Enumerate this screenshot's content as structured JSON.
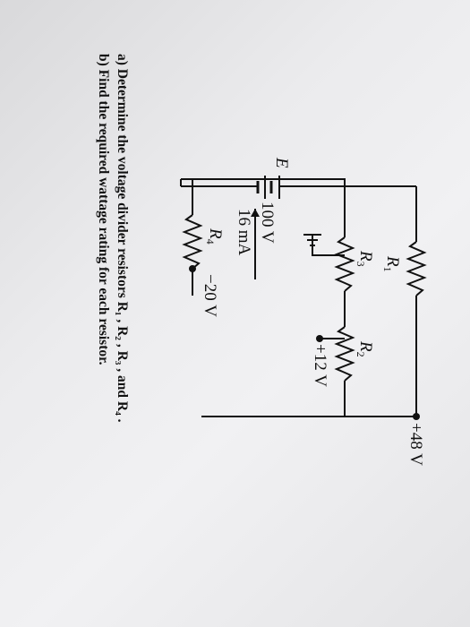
{
  "circuit": {
    "source_node": "E",
    "supply_voltage": "100 V",
    "current": "16 mA",
    "tap_plus48": "+48 V",
    "tap_plus12": "+12 V",
    "tap_minus20": "−20 V",
    "r1": "R",
    "r1_sub": "1",
    "r2": "R",
    "r2_sub": "2",
    "r3": "R",
    "r3_sub": "3",
    "r4": "R",
    "r4_sub": "4"
  },
  "questions": {
    "a_label": "a)",
    "a_text": "Determine the voltage divider resistors R₁ , R₂ , R₃ , and R₄ .",
    "b_label": "b)",
    "b_text": "Find the required wattage rating for each resistor."
  }
}
